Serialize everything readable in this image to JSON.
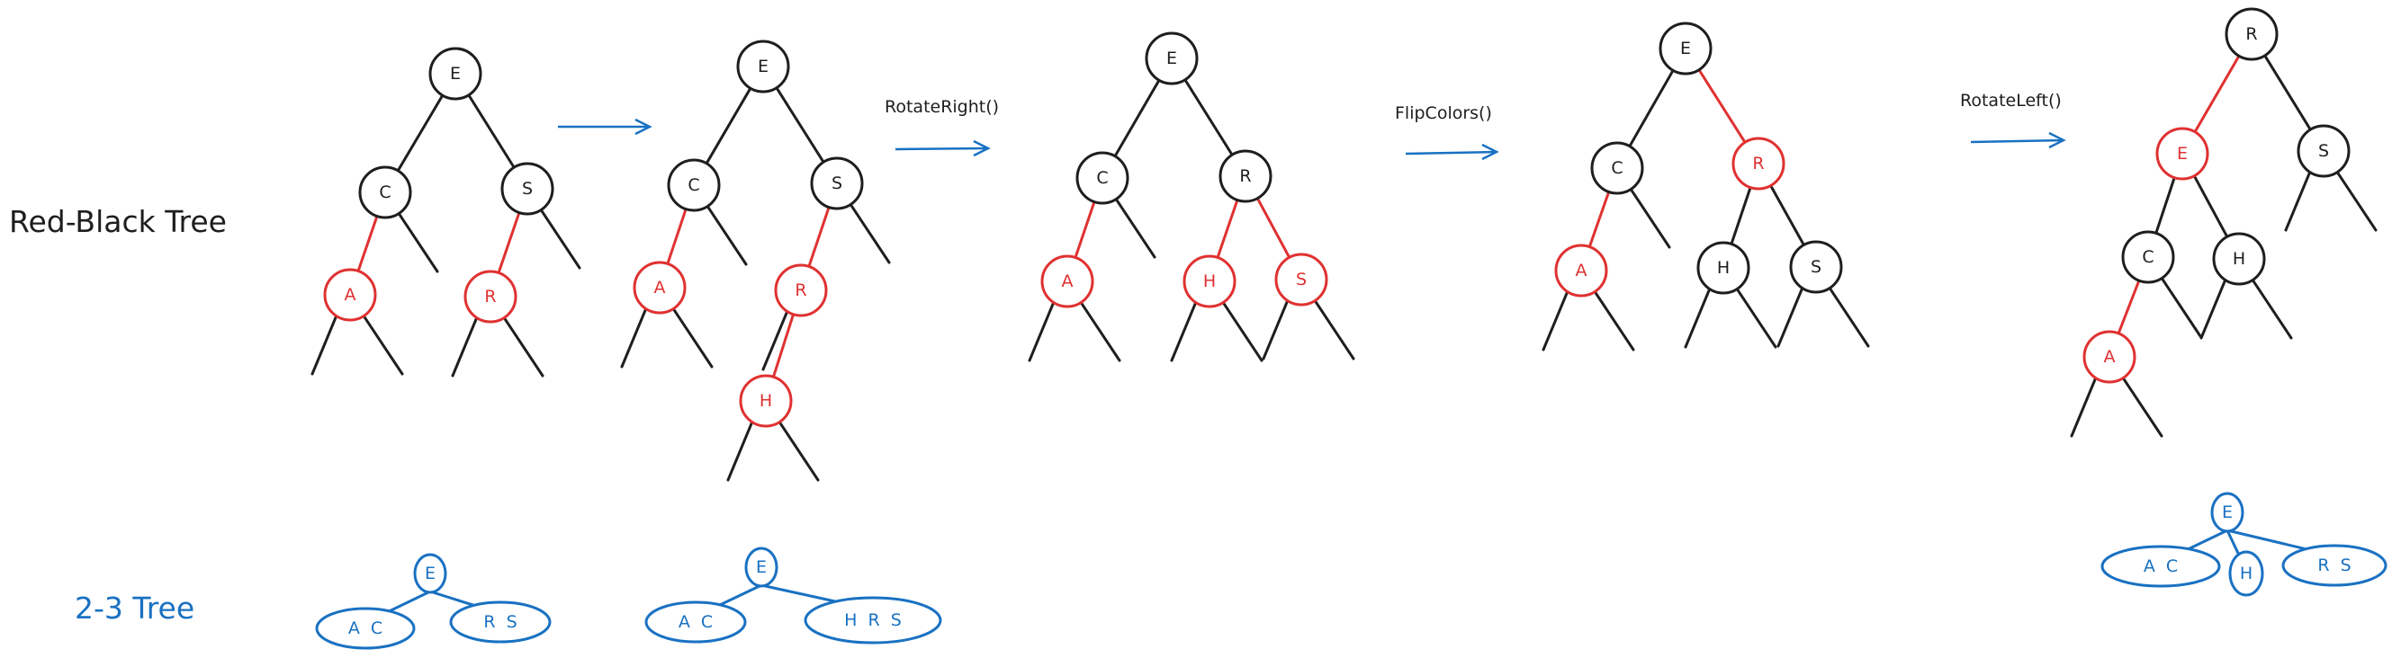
{
  "titles": {
    "rb": "Red-Black Tree",
    "two_three": "2-3 Tree"
  },
  "operations": {
    "rotate_right": "RotateRight()",
    "flip_colors": "FlipColors()",
    "rotate_left": "RotateLeft()"
  },
  "colors": {
    "black": "#1e1e1e",
    "red": "#e03131",
    "blue": "#1971c2"
  },
  "rb_trees": [
    {
      "nodes": [
        {
          "key": "E",
          "color": "black"
        },
        {
          "key": "C",
          "color": "black"
        },
        {
          "key": "S",
          "color": "black"
        },
        {
          "key": "A",
          "color": "red"
        },
        {
          "key": "R",
          "color": "red"
        }
      ]
    },
    {
      "nodes": [
        {
          "key": "E",
          "color": "black"
        },
        {
          "key": "C",
          "color": "black"
        },
        {
          "key": "S",
          "color": "black"
        },
        {
          "key": "A",
          "color": "red"
        },
        {
          "key": "R",
          "color": "red"
        },
        {
          "key": "H",
          "color": "red"
        }
      ]
    },
    {
      "nodes": [
        {
          "key": "E",
          "color": "black"
        },
        {
          "key": "C",
          "color": "black"
        },
        {
          "key": "R",
          "color": "black"
        },
        {
          "key": "A",
          "color": "red"
        },
        {
          "key": "H",
          "color": "red"
        },
        {
          "key": "S",
          "color": "red"
        }
      ]
    },
    {
      "nodes": [
        {
          "key": "E",
          "color": "black"
        },
        {
          "key": "C",
          "color": "black"
        },
        {
          "key": "R",
          "color": "red"
        },
        {
          "key": "A",
          "color": "red"
        },
        {
          "key": "H",
          "color": "black"
        },
        {
          "key": "S",
          "color": "black"
        }
      ]
    },
    {
      "nodes": [
        {
          "key": "R",
          "color": "black"
        },
        {
          "key": "E",
          "color": "red"
        },
        {
          "key": "S",
          "color": "black"
        },
        {
          "key": "C",
          "color": "black"
        },
        {
          "key": "H",
          "color": "black"
        },
        {
          "key": "A",
          "color": "red"
        }
      ]
    }
  ],
  "two_three_trees": [
    {
      "root": "E",
      "children": [
        "A C",
        "R S"
      ]
    },
    {
      "root": "E",
      "children": [
        "A C",
        "H R S"
      ]
    },
    {
      "root": "E",
      "children": [
        "A C",
        "H",
        "R S"
      ]
    }
  ]
}
